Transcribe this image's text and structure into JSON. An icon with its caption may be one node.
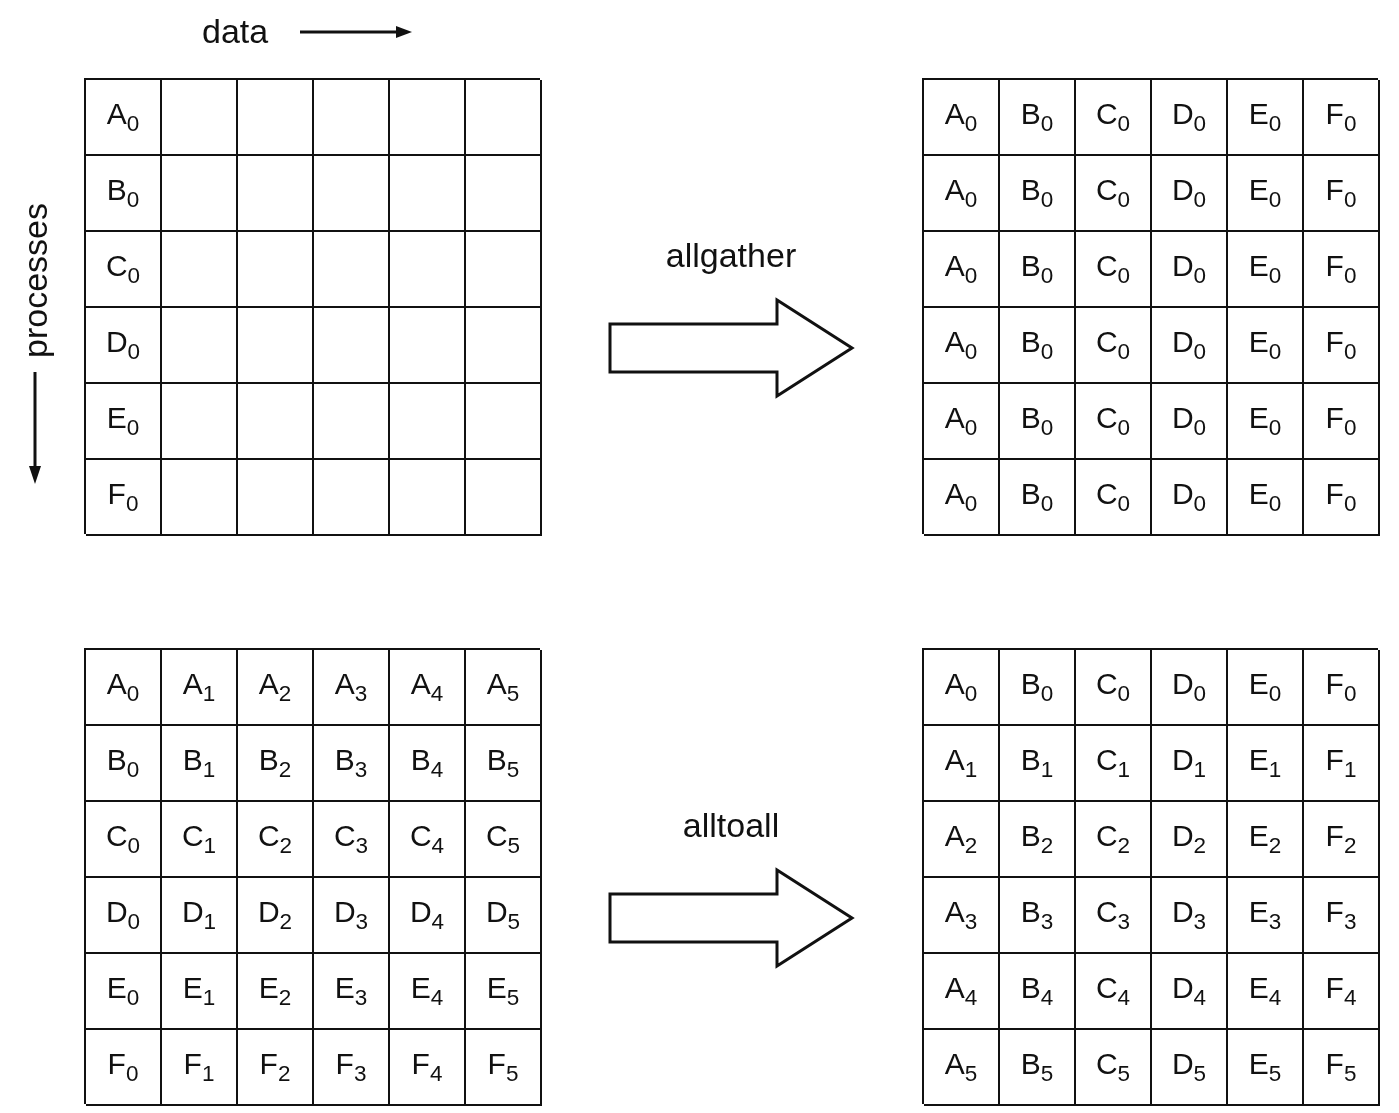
{
  "diagram": {
    "nodes": [
      {
        "text": [
          "A$_{0}$",
          "B$_{0}$",
          "C$_{0}$",
          "D$_{0}$",
          "E$_{0}$",
          "F$_{0}$"
        ]
      },
      {
        "text": [
          "A$_{0}$",
          "B$_{0}$",
          "C$_{0}$",
          "D$_{0}$",
          "E$_{0}$",
          "F$_{0}$",
          "A$_{0}$",
          "B$_{0}$",
          "C$_{0}$",
          "D$_{0}$",
          "E$_{0}$",
          "F$_{0}$",
          "A$_{0}$",
          "B$_{0}$",
          "C$_{0}$",
          "D$_{0}$",
          "E$_{0}$",
          "F$_{0}$",
          "A$_{0}$",
          "B$_{0}$",
          "C$_{0}$",
          "D$_{0}$",
          "E$_{0}$",
          "F$_{0}$",
          "A$_{0}$",
          "B$_{0}$",
          "C$_{0}$",
          "D$_{0}$",
          "E$_{0}$",
          "F$_{0}$",
          "A$_{0}$",
          "B$_{0}$",
          "C$_{0}$",
          "D$_{0}$",
          "E$_{0}$",
          "F$_{0}$"
        ]
      },
      {
        "text": [
          "A$_{0}$",
          "A$_{1}$",
          "A$_{2}$",
          "A$_{3}$",
          "A$_{4}$",
          "A$_{5}$",
          "B$_{0}$",
          "B$_{1}$",
          "B$_{2}$",
          "B$_{3}$",
          "B$_{4}$",
          "B$_{5}$",
          "C$_{0}$",
          "C$_{1}$",
          "C$_{2}$",
          "C$_{3}$",
          "C$_{4}$",
          "C$_{5}$",
          "D$_{0}$",
          "D$_{1}$",
          "D$_{2}$",
          "D$_{3}$",
          "D$_{4}$",
          "D$_{5}$",
          "E$_{0}$",
          "E$_{1}$",
          "E$_{2}$",
          "E$_{3}$",
          "E$_{4}$",
          "E$_{5}$",
          "F$_{0}$",
          "F$_{1}$",
          "F$_{2}$",
          "F$_{3}$",
          "F$_{4}$",
          "F$_{5}$"
        ]
      },
      {
        "text": [
          "A$_{0}$",
          "B$_{0}$",
          "C$_{0}$",
          "D$_{0}$",
          "E$_{0}$",
          "F$_{0}$",
          "A$_{1}$",
          "B$_{1}$",
          "C$_{1}$",
          "D$_{1}$",
          "E$_{1}$",
          "F$_{1}$",
          "A$_{2}$",
          "B$_{2}$",
          "C$_{2}$",
          "D$_{2}$",
          "E$_{2}$",
          "F$_{2}$",
          "A$_{3}$",
          "B$_{3}$",
          "C$_{3}$",
          "D$_{3}$",
          "E$_{3}$",
          "F$_{3}$",
          "A$_{4}$",
          "B$_{4}$",
          "C$_{4}$",
          "D$_{4}$",
          "E$_{4}$",
          "F$_{4}$",
          "A$_{5}$",
          "B$_{5}$",
          "C$_{5}$",
          "D$_{5}$",
          "E$_{5}$",
          "F$_{5}$"
        ]
      }
    ],
    "edges": [
      {
        "from": 0,
        "to": 1,
        "arrow": "to",
        "label": "allgather"
      },
      {
        "from": 2,
        "to": 3,
        "arrow": "to",
        "label": "alltoall"
      }
    ],
    "labels": [
      "data",
      "processes"
    ]
  }
}
